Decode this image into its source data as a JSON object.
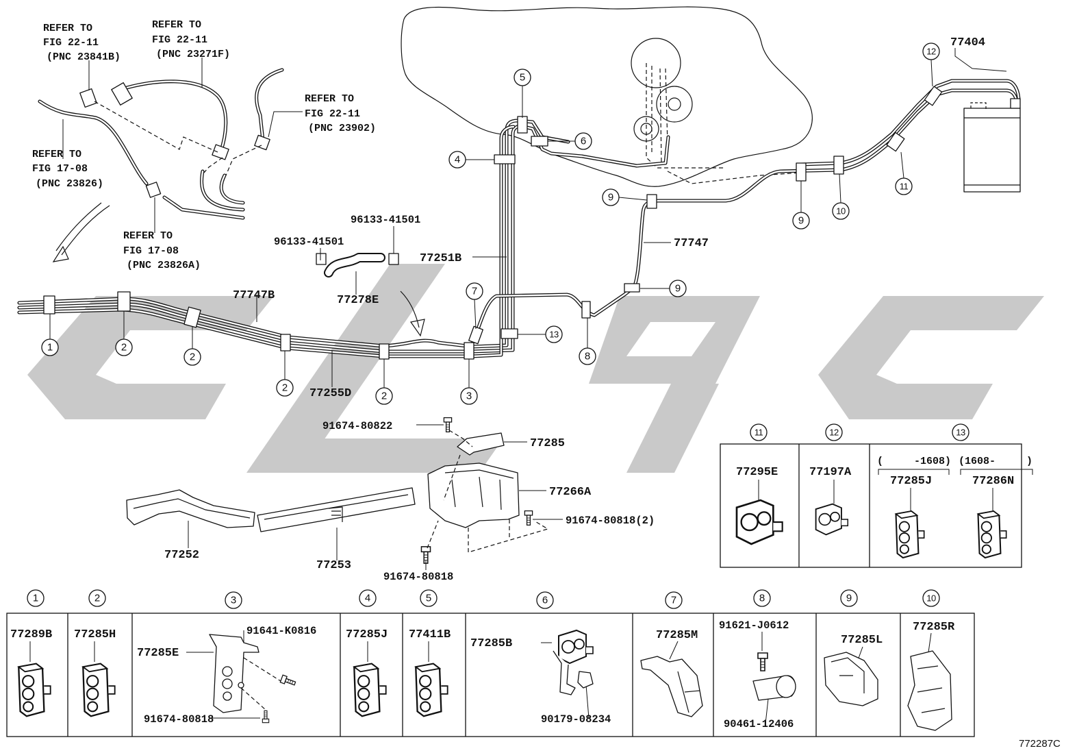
{
  "figure_id": "772287C",
  "references": [
    {
      "line1": "REFER TO",
      "line2": "FIG 22-11",
      "line3": "(PNC 23841B)"
    },
    {
      "line1": "REFER TO",
      "line2": "FIG 22-11",
      "line3": "(PNC 23271F)"
    },
    {
      "line1": "REFER TO",
      "line2": "FIG 22-11",
      "line3": "(PNC 23902)"
    },
    {
      "line1": "REFER TO",
      "line2": "FIG 17-08",
      "line3": "(PNC 23826)"
    },
    {
      "line1": "REFER TO",
      "line2": "FIG 17-08",
      "line3": "(PNC 23826A)"
    }
  ],
  "part_labels": {
    "canister": "77404",
    "tube_77747": "77747",
    "tube_77251b": "77251B",
    "clip_upper": "96133-41501",
    "clip_lower": "96133-41501",
    "hose": "77278E",
    "tube_77747b": "77747B",
    "tube_77255d": "77255D",
    "bolt_top": "91674-80822",
    "bracket": "77285",
    "protector": "77266A",
    "bolt_right": "91674-80818(2)",
    "cover_left": "77252",
    "cover_mid": "77253",
    "bolt_bottom": "91674-80818"
  },
  "callouts": [
    "5",
    "6",
    "4",
    "12",
    "9",
    "9",
    "10",
    "11",
    "7",
    "9",
    "13",
    "8",
    "1",
    "2",
    "2",
    "2",
    "2",
    "3"
  ],
  "inset": {
    "headers": [
      "11",
      "12",
      "13"
    ],
    "c11": "77295E",
    "c12": "77197A",
    "c13_range_a": "(     -1608)",
    "c13_range_b": "(1608-     )",
    "c13_part_a": "77285J",
    "c13_part_b": "77286N"
  },
  "table": [
    {
      "num": "1",
      "parts": [
        "77289B"
      ]
    },
    {
      "num": "2",
      "parts": [
        "77285H"
      ]
    },
    {
      "num": "3",
      "parts": [
        "77285E",
        "91641-K0816",
        "91674-80818"
      ]
    },
    {
      "num": "4",
      "parts": [
        "77285J"
      ]
    },
    {
      "num": "5",
      "parts": [
        "77411B"
      ]
    },
    {
      "num": "6",
      "parts": [
        "77285B",
        "90179-08234"
      ]
    },
    {
      "num": "7",
      "parts": [
        "77285M"
      ]
    },
    {
      "num": "8",
      "parts": [
        "91621-J0612",
        "90461-12406"
      ]
    },
    {
      "num": "9",
      "parts": [
        "77285L"
      ]
    },
    {
      "num": "10",
      "parts": [
        "77285R"
      ]
    }
  ],
  "colors": {
    "line": "#111111",
    "watermark": "#c9c9c9",
    "background": "#ffffff"
  },
  "icons": [
    "clip-icon",
    "arrow-icon",
    "bolt-icon",
    "canister-icon",
    "fuel-tank-icon"
  ]
}
